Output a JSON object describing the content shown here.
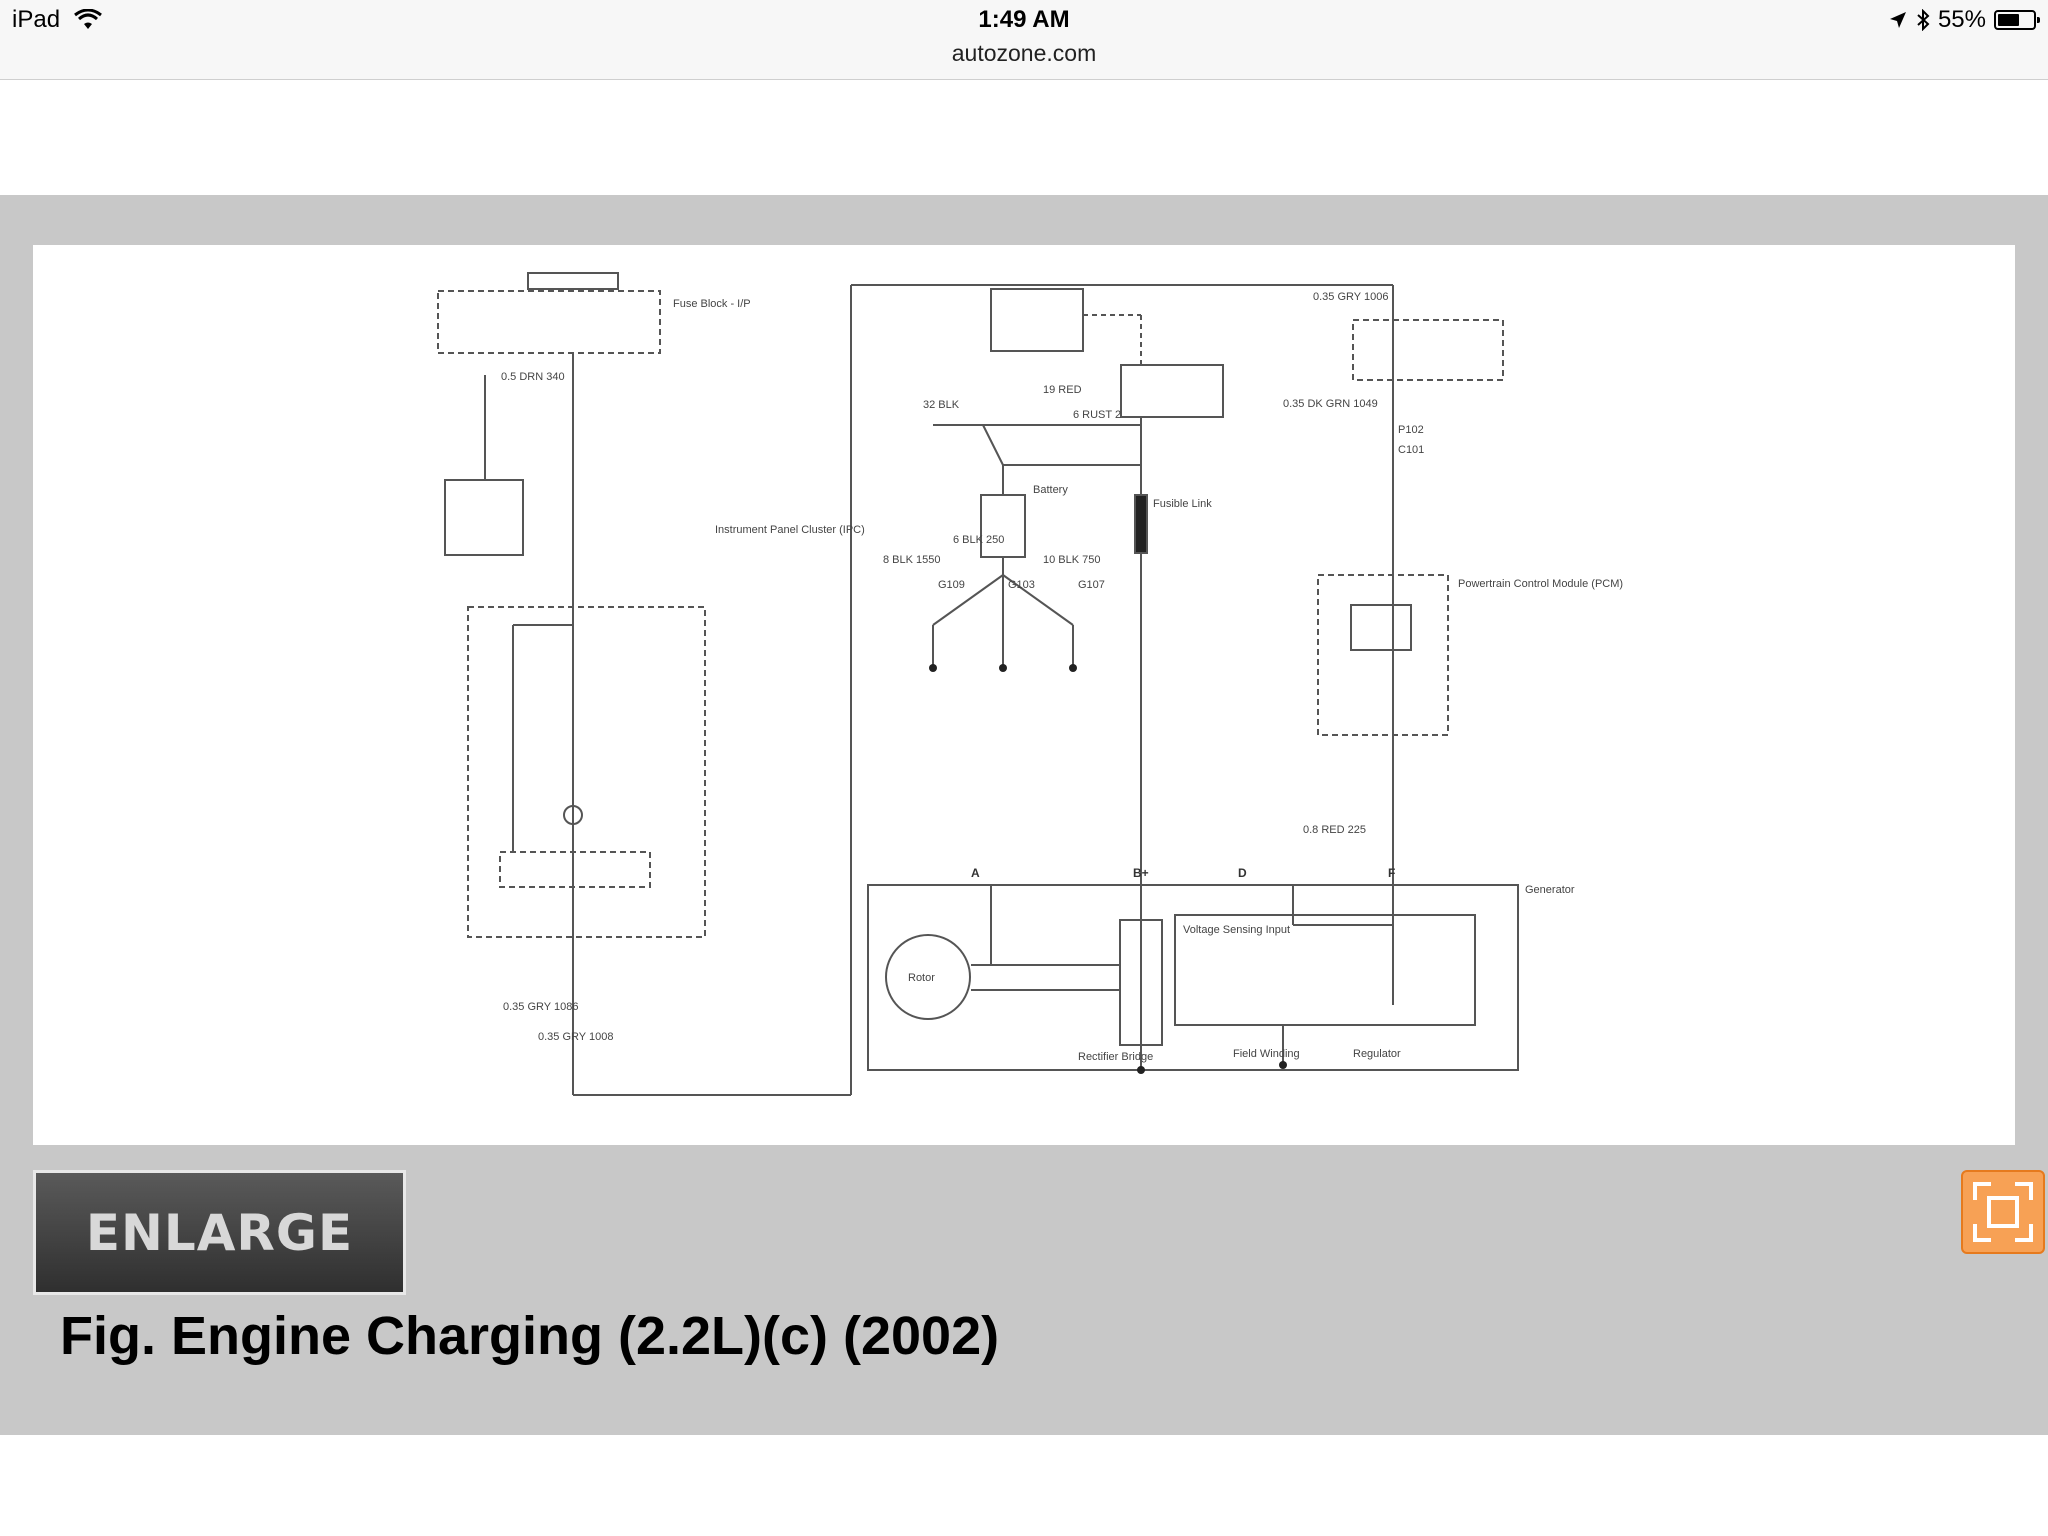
{
  "status_bar": {
    "device": "iPad",
    "time": "1:49 AM",
    "url": "autozone.com",
    "battery": "55%"
  },
  "figure": {
    "enlarge_label": "ENLARGE",
    "caption": "Fig. Engine Charging (2.2L)(c) (2002)"
  },
  "diagram": {
    "labels": {
      "fuse_block": "Fuse Block - I/P",
      "battery": "Battery",
      "fusible_link": "Fusible Link",
      "ipc": "Instrument Panel Cluster (IPC)",
      "powertrain": "Powertrain Control Module (PCM)",
      "generator": "Generator",
      "w1": "0.5 DRN 340",
      "w2": "0.35 GRY 1006",
      "w3": "6 BLK 250",
      "w4": "19 RED",
      "w5": "6 RUST 2",
      "w6": "32 BLK",
      "w7": "0.35 DK GRN 1049",
      "w8": "0.8 RED 225",
      "w9": "8 BLK 1550",
      "w10": "10 BLK 750",
      "w11": "G109",
      "w12": "G103",
      "w13": "G107",
      "w14": "0.35 GRY 1086",
      "w15": "0.35 GRY 1008",
      "w16": "P102",
      "w17": "C101",
      "w18": "Rotor",
      "w19": "Voltage Sensing Input",
      "w20": "Rectifier Bridge",
      "w21": "Field Winding",
      "w22": "Regulator",
      "w23": "A",
      "w24": "B+",
      "w25": "D",
      "w26": "F"
    }
  }
}
